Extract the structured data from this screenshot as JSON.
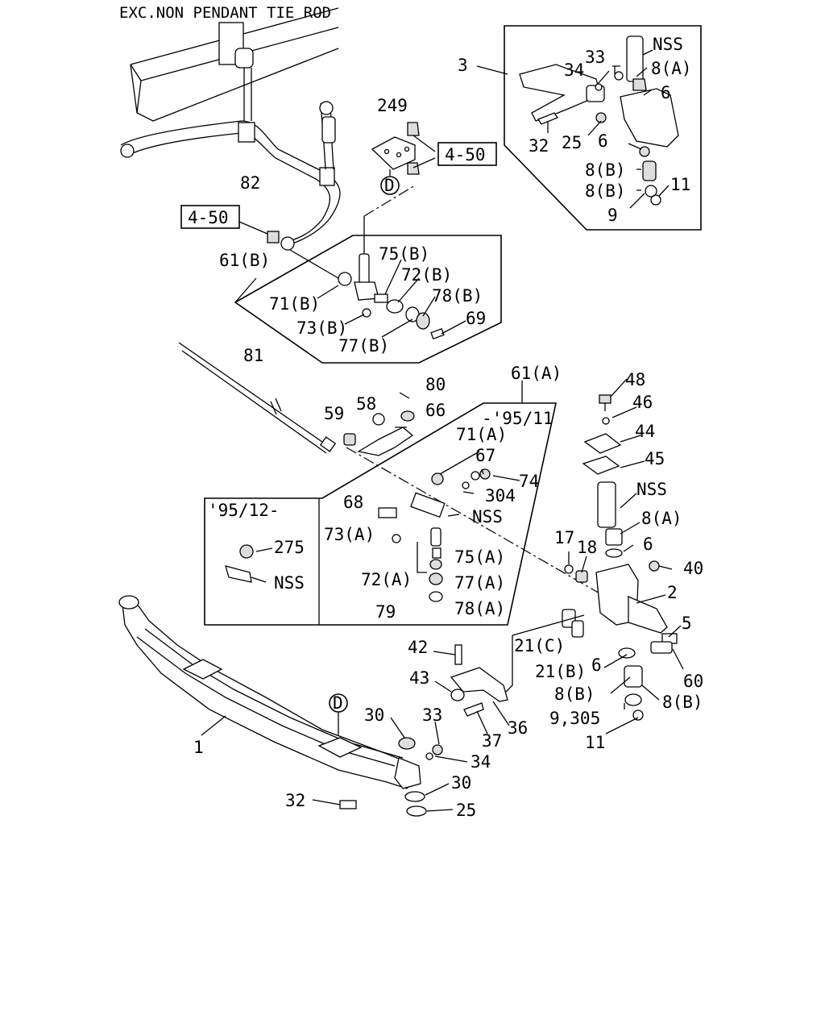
{
  "title": "EXC.NON PENDANT TIE ROD",
  "refs": {
    "ref_a": "4-50",
    "ref_b": "4-50"
  },
  "circle_marks": {
    "d_upper": "D",
    "d_lower": "D"
  },
  "insets": {
    "upper_date": "-'95/11",
    "lower_date": "'95/12-"
  },
  "callouts": {
    "c3": "3",
    "c33a": "33",
    "nss1": "NSS",
    "c34a": "34",
    "c8a1": "8(A)",
    "c6a": "6",
    "c32a": "32",
    "c25a": "25",
    "c6b": "6",
    "c8b1": "8(B)",
    "c8b2": "8(B)",
    "c11a": "11",
    "c9": "9",
    "c249": "249",
    "c82": "82",
    "c61b": "61(B)",
    "c75b": "75(B)",
    "c72b": "72(B)",
    "c78b": "78(B)",
    "c71b": "71(B)",
    "c73b": "73(B)",
    "c69": "69",
    "c77b": "77(B)",
    "c81": "81",
    "c80": "80",
    "c61a": "61(A)",
    "c48": "48",
    "c59": "59",
    "c58": "58",
    "c66": "66",
    "c46": "46",
    "c44": "44",
    "c71a": "71(A)",
    "c67": "67",
    "c74": "74",
    "c45": "45",
    "c304": "304",
    "nss2": "NSS",
    "c68": "68",
    "nss3": "NSS",
    "c8a2": "8(A)",
    "c73a": "73(A)",
    "c275": "275",
    "c17": "17",
    "c18": "18",
    "c6c": "6",
    "c75a": "75(A)",
    "c40": "40",
    "nss4": "NSS",
    "c72a": "72(A)",
    "c77a": "77(A)",
    "c2": "2",
    "c79": "79",
    "c78a": "78(A)",
    "c5": "5",
    "c21c": "21(C)",
    "c42": "42",
    "c21b": "21(B)",
    "c6d": "6",
    "c60": "60",
    "c43": "43",
    "c8b3": "8(B)",
    "c8b4": "8(B)",
    "c30a": "30",
    "c33b": "33",
    "c9305": "9,305",
    "c1": "1",
    "c37": "37",
    "c36": "36",
    "c11b": "11",
    "c34b": "34",
    "c30b": "30",
    "c32b": "32",
    "c25b": "25"
  }
}
